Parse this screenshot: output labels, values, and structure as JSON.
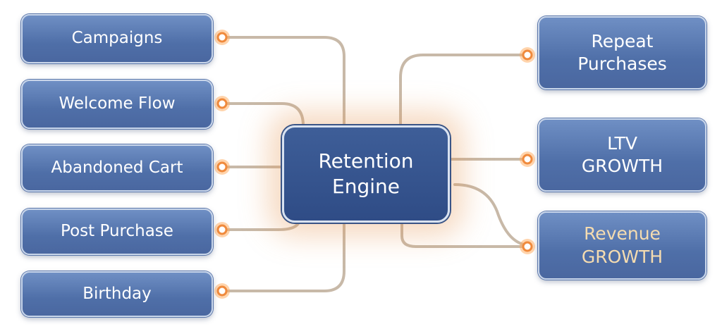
{
  "center": {
    "line1": "Retention",
    "line2": "Engine"
  },
  "inputs": [
    "Campaigns",
    "Welcome Flow",
    "Abandoned Cart",
    "Post Purchase",
    "Birthday"
  ],
  "outputs": [
    {
      "line1": "Repeat",
      "line2": "Purchases"
    },
    {
      "line1": "LTV",
      "line2": "GROWTH"
    },
    {
      "line1": "Revenue",
      "line2": "GROWTH"
    }
  ],
  "colors": {
    "box": "#5573aa",
    "center": "#34528c",
    "accent": "#f08a3c",
    "highlight_text": "#f5dcb0"
  }
}
